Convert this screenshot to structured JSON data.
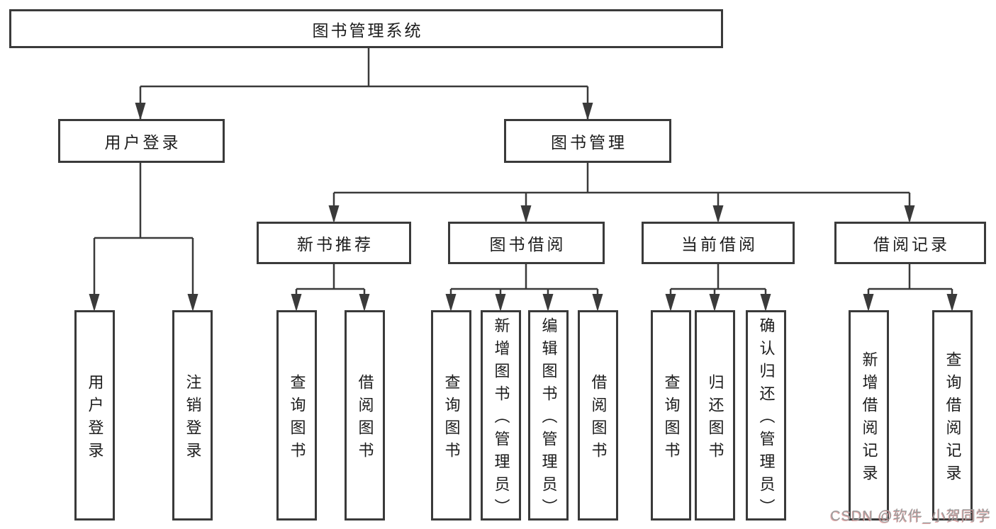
{
  "diagram": {
    "type": "hierarchy-tree",
    "root": {
      "label": "图书管理系统",
      "children": [
        {
          "label": "用户登录",
          "children": [
            {
              "label": "用户登录"
            },
            {
              "label": "注销登录"
            }
          ]
        },
        {
          "label": "图书管理",
          "children": [
            {
              "label": "新书推荐",
              "children": [
                {
                  "label": "查询图书"
                },
                {
                  "label": "借阅图书"
                }
              ]
            },
            {
              "label": "图书借阅",
              "children": [
                {
                  "label": "查询图书"
                },
                {
                  "label": "新增图书（管理员）"
                },
                {
                  "label": "编辑图书（管理员）"
                },
                {
                  "label": "借阅图书"
                }
              ]
            },
            {
              "label": "当前借阅",
              "children": [
                {
                  "label": "查询图书"
                },
                {
                  "label": "归还图书"
                },
                {
                  "label": "确认归还（管理员）"
                }
              ]
            },
            {
              "label": "借阅记录",
              "children": [
                {
                  "label": "新增借阅记录"
                },
                {
                  "label": "查询借阅记录"
                }
              ]
            }
          ]
        }
      ]
    }
  },
  "watermark": {
    "text": "CSDN @软件_小贺同学"
  },
  "colors": {
    "background": "#ffffff",
    "line": "#3a3a3a",
    "box_border": "#3a3a3a",
    "text": "#1c1c1c",
    "watermark_text": "#9c9c9c",
    "watermark_shadow": "#d67878"
  }
}
